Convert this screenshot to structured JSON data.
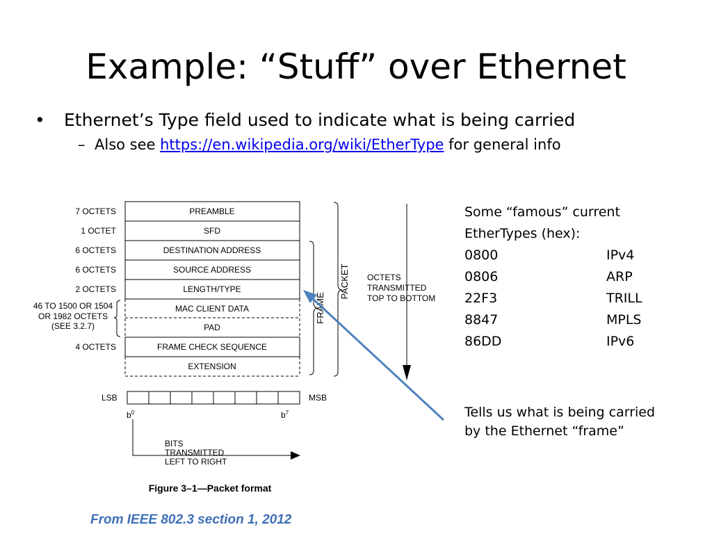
{
  "slide": {
    "title": "Example: “Stuff” over Ethernet",
    "bullet": "Ethernet’s Type field used to indicate what is being carried",
    "bullet_marker": "•",
    "sub_dash": "–",
    "sub_prefix": "Also see ",
    "sub_link": "https://en.wikipedia.org/wiki/EtherType",
    "sub_suffix": " for general info",
    "citation": "From IEEE 802.3 section 1, 2012"
  },
  "figure": {
    "fields": [
      {
        "octets": "7 OCTETS",
        "name": "PREAMBLE"
      },
      {
        "octets": "1 OCTET",
        "name": "SFD"
      },
      {
        "octets": "6 OCTETS",
        "name": "DESTINATION ADDRESS"
      },
      {
        "octets": "6 OCTETS",
        "name": "SOURCE ADDRESS"
      },
      {
        "octets": "2 OCTETS",
        "name": "LENGTH/TYPE"
      },
      {
        "octets": "",
        "name": "MAC CLIENT DATA"
      },
      {
        "octets": "",
        "name": "PAD"
      },
      {
        "octets": "4 OCTETS",
        "name": "FRAME CHECK SEQUENCE"
      },
      {
        "octets": "",
        "name": "EXTENSION"
      }
    ],
    "variable_label": [
      "46 TO 1500 OR 1504",
      "OR 1982 OCTETS",
      "(SEE 3.2.7)"
    ],
    "frame_label": "FRAME",
    "packet_label": "PACKET",
    "octets_transmitted": [
      "OCTETS",
      "TRANSMITTED",
      "TOP TO BOTTOM"
    ],
    "lsb": "LSB",
    "msb": "MSB",
    "b0": "b",
    "b0_sup": "0",
    "b7": "b",
    "b7_sup": "7",
    "bits_transmitted": [
      "BITS",
      "TRANSMITTED",
      "LEFT TO RIGHT"
    ],
    "caption": "Figure 3–1—Packet format"
  },
  "ethertypes": {
    "heading_line1": "Some “famous” current",
    "heading_line2": "EtherTypes (hex):",
    "rows": [
      {
        "hex": "0800",
        "proto": "IPv4"
      },
      {
        "hex": "0806",
        "proto": "ARP"
      },
      {
        "hex": "22F3",
        "proto": "TRILL"
      },
      {
        "hex": "8847",
        "proto": "MPLS"
      },
      {
        "hex": "86DD",
        "proto": "IPv6"
      }
    ]
  },
  "note": {
    "line1": "Tells us what is being carried",
    "line2": "by the Ethernet “frame”"
  },
  "colors": {
    "arrow": "#4f81bd",
    "citation": "#3e6fb8",
    "link": "#0000ee"
  }
}
